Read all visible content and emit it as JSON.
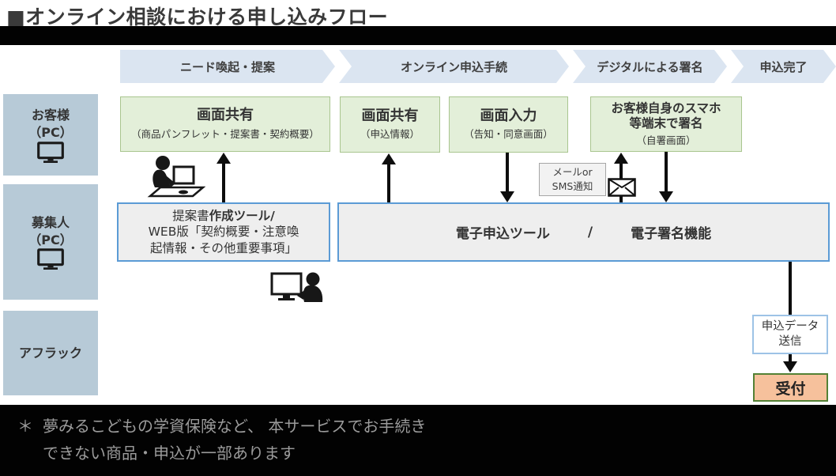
{
  "title": "■オンライン相談における申し込みフロー",
  "phases": [
    {
      "label": "ニード喚起・提案"
    },
    {
      "label": "オンライン申込手続"
    },
    {
      "label": "デジタルによる署名"
    },
    {
      "label": "申込完了"
    }
  ],
  "lanes": [
    {
      "label": "お客様",
      "sub": "（PC）"
    },
    {
      "label": "募集人",
      "sub": "（PC）"
    },
    {
      "label": "アフラック",
      "sub": ""
    }
  ],
  "customer_row": {
    "screen_share_1": {
      "title": "画面共有",
      "sub": "（商品パンフレット・提案書・契約概要）"
    },
    "screen_share_2": {
      "title": "画面共有",
      "sub": "（申込情報）"
    },
    "screen_input": {
      "title": "画面入力",
      "sub": "（告知・同意画面）"
    },
    "smartphone_sign": {
      "title1": "お客様自身のスマホ",
      "title2": "等端末で署名",
      "sub": "（自署画面）"
    }
  },
  "notification": {
    "line1": "メールor",
    "line2": "SMS通知"
  },
  "agent_row": {
    "proposal_tool": {
      "line1_regular": "提案書",
      "line1_bold": "作成ツール/",
      "line2": "WEB版「契約概要・注意喚",
      "line3": "起情報・その他重要事項」"
    },
    "e_tool": {
      "left": "電子申込ツール",
      "separator": "/",
      "right": "電子署名機能"
    }
  },
  "aflac_row": {
    "send_data": {
      "line1": "申込データ",
      "line2": "送信"
    },
    "reception": {
      "label": "受付"
    }
  },
  "footnote": {
    "marker": "＊",
    "line1": "夢みるこどもの学資保険など、 本サービスでお手続き",
    "line2": "できない商品・申込が一部あります"
  },
  "icons": {
    "lane_icon": "monitor-icon",
    "notification_icon": "envelope-icon",
    "agent_icon_1": "person-at-desk-icon",
    "agent_icon_2": "person-with-monitor-icon"
  },
  "colors": {
    "phase_fill": "#dbe5f1",
    "lane_fill": "#b7cad7",
    "green_fill": "#e3efd9",
    "green_border": "#a9c58f",
    "tool_fill": "#eeeeee",
    "tool_border": "#5b9bd5",
    "note_fill": "#f2f2f2",
    "send_border": "#9dc3e6",
    "reception_fill": "#f6c19c",
    "reception_border": "#538135",
    "footnote_text": "#9b9b9b"
  }
}
